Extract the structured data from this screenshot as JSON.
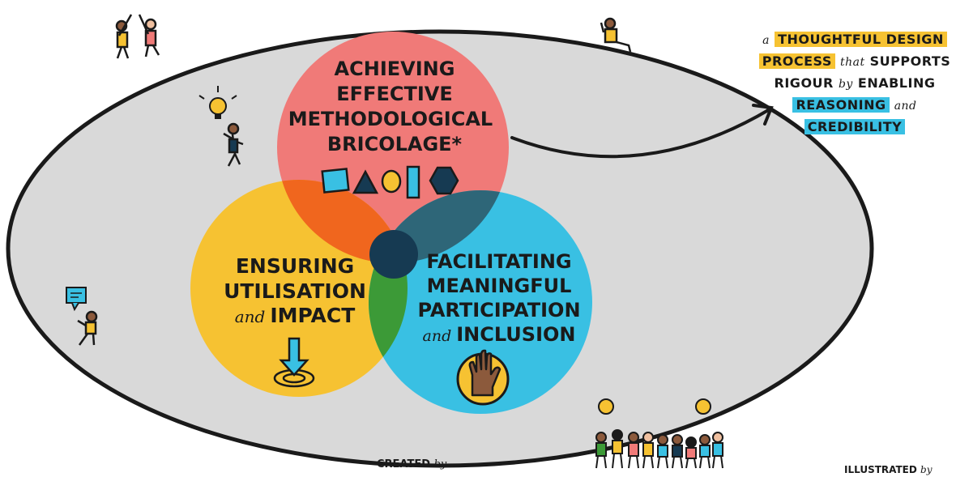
{
  "circles": {
    "top": {
      "lines": [
        "ACHIEVING",
        "EFFECTIVE",
        "METHODOLOGICAL",
        "BRICOLAGE*"
      ],
      "color": "#f07a78"
    },
    "left": {
      "lines": [
        "ENSURING",
        "UTILISATION"
      ],
      "line3_script": "and",
      "line3_caps": "IMPACT",
      "color": "#f6c232"
    },
    "right": {
      "lines": [
        "FACILITATING",
        "MEANINGFUL",
        "PARTICIPATION"
      ],
      "line4_script": "and",
      "line4_caps": "INCLUSION",
      "color": "#39c0e3"
    }
  },
  "callout": {
    "l1_a": "a",
    "l1_b": "THOUGHTFUL DESIGN",
    "l2_a": "PROCESS",
    "l2_b": "that",
    "l2_c": "SUPPORTS",
    "l3_a": "RIGOUR",
    "l3_b": "by",
    "l3_c": "ENABLING",
    "l4_a": "REASONING",
    "l4_b": "and",
    "l5_a": "CREDIBILITY"
  },
  "footer": {
    "created_caps": "CREATED",
    "created_script": "by",
    "illustrated_caps": "ILLUSTRATED",
    "illustrated_script": "by"
  },
  "colors": {
    "ellipse": "#d9d9d9",
    "center": "#163a52",
    "overlap_top_left": "#f0661e",
    "overlap_top_right": "#2e6678",
    "overlap_left_right": "#3c9a37"
  },
  "icons": [
    "square-icon",
    "triangle-icon",
    "circle-icon",
    "rectangle-icon",
    "hexagon-icon",
    "target-arrow-icon",
    "raised-hand-icon",
    "lightbulb-icon",
    "speech-bubble-icon",
    "arrow-icon"
  ]
}
